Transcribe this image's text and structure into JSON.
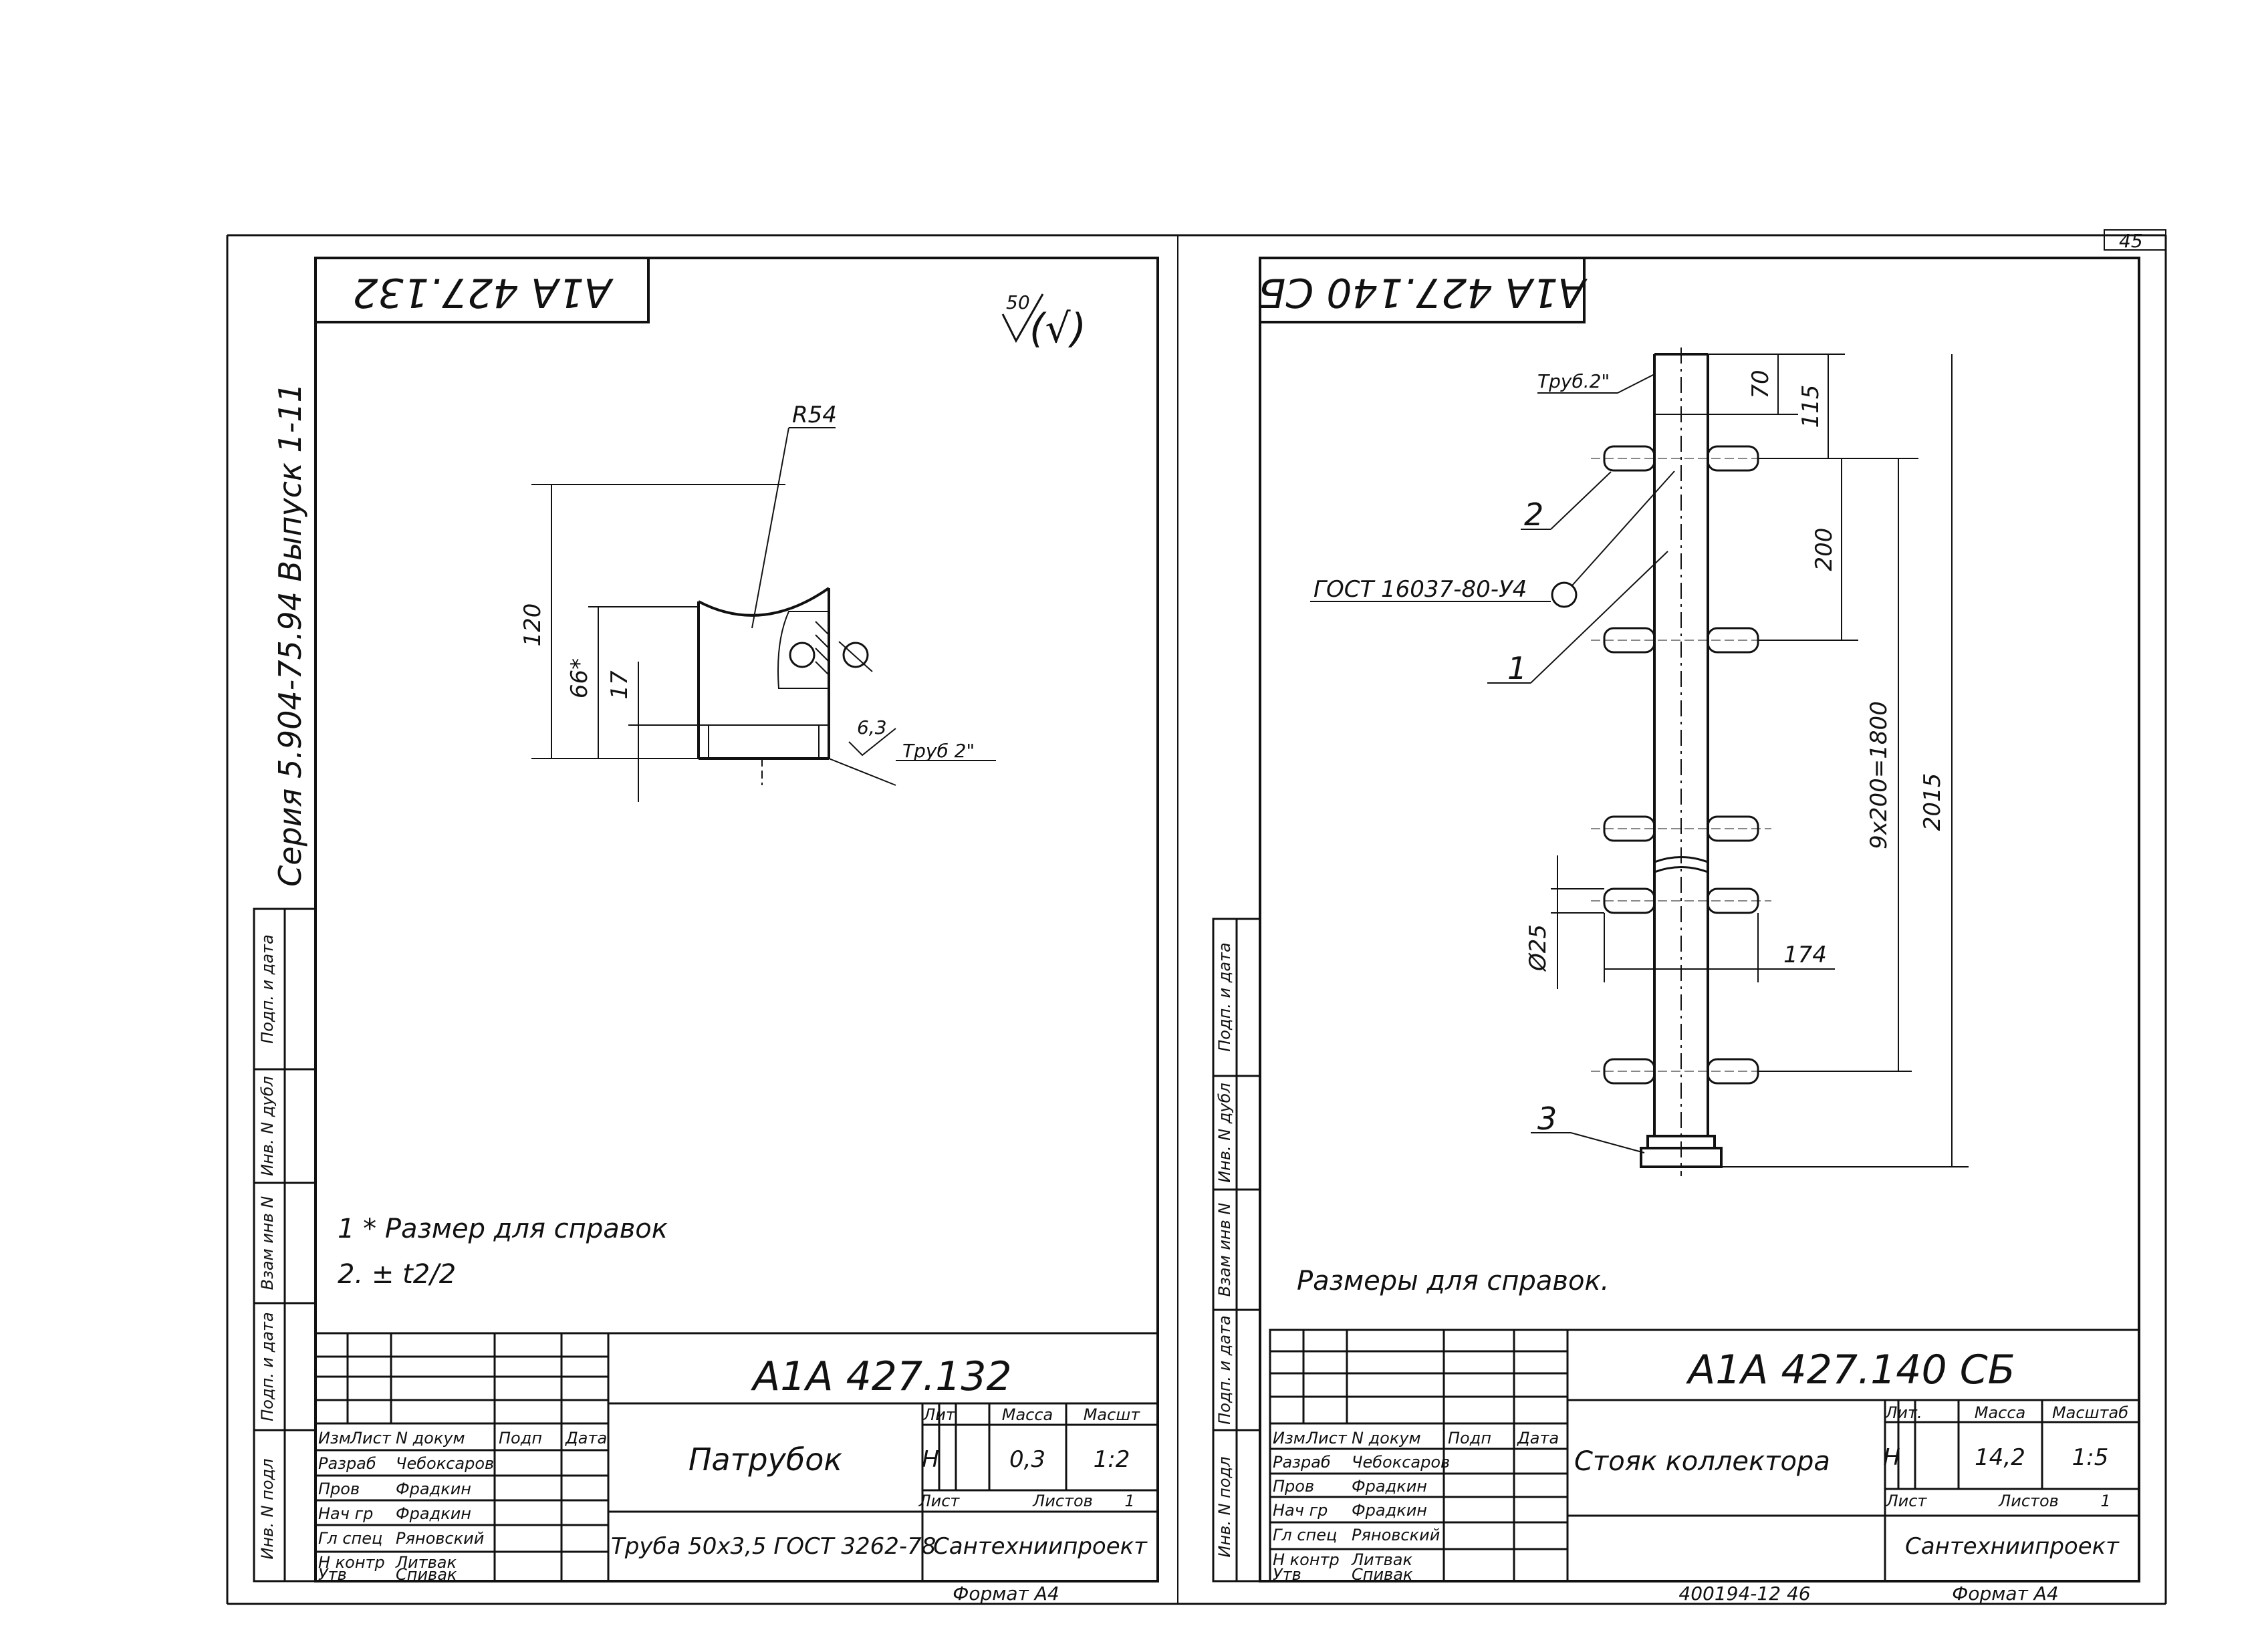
{
  "page_number": "45",
  "left": {
    "top_code": "А1А 427.132",
    "roughness_value": "50",
    "roughness_suffix": "(√)",
    "side_label": "Серия 5.904-75.94  Выпуск 1-11",
    "dims": {
      "radius": "R54",
      "total_height": "120",
      "height_ref": "66*",
      "height_small": "17",
      "wall_rough": "6,3",
      "pipe_label": "Труб 2\""
    },
    "notes": [
      "1 * Размер для справок",
      "2. ± t2/2"
    ],
    "side_stamp_cols": [
      "Инв. N подл",
      "Подп. и дата",
      "Взам инв N",
      "Инв. N дубл",
      "Подп. и дата"
    ],
    "title_block": {
      "code": "А1А 427.132",
      "name": "Патрубок",
      "headers": [
        "Изм",
        "Лист",
        "N докум",
        "Подп",
        "Дата"
      ],
      "rows": [
        {
          "role": "Разраб",
          "name": "Чебоксаров"
        },
        {
          "role": "Пров",
          "name": "Фрадкин"
        },
        {
          "role": "Нач гр",
          "name": "Фрадкин"
        },
        {
          "role": "Гл спец",
          "name": "Ряновский"
        },
        {
          "role": "Н контр",
          "name": "Литвак"
        },
        {
          "role": "Утв",
          "name": "Спивак"
        }
      ],
      "lit_label": "Лит",
      "mass_label": "Масса",
      "scale_label": "Масшт",
      "lit": "Н",
      "mass": "0,3",
      "scale": "1:2",
      "sheet_label": "Лист",
      "sheets_label": "Листов",
      "sheets": "1",
      "material": "Труба 50х3,5 ГОСТ 3262-78",
      "org": "Сантехниипроект",
      "format": "Формат А4"
    }
  },
  "right": {
    "top_code": "А1А 427.140 СБ",
    "dims": {
      "pipe_label": "Труб.2\"",
      "d70": "70",
      "d115": "115",
      "d200": "200",
      "d9x200": "9х200=1800",
      "d2015": "2015",
      "d_pipe": "Ø25",
      "d174": "174"
    },
    "callouts": [
      "2",
      "1",
      "3"
    ],
    "gost_label": "ГОСТ 16037-80-У4",
    "note": "Размеры для справок.",
    "side_stamp_cols": [
      "Инв. N подл",
      "Подп. и дата",
      "Взам инв N",
      "Инв. N дубл",
      "Подп. и дата"
    ],
    "title_block": {
      "code": "А1А 427.140 СБ",
      "name": "Стояк коллектора",
      "headers": [
        "Изм",
        "Лист",
        "N докум",
        "Подп",
        "Дата"
      ],
      "rows": [
        {
          "role": "Разраб",
          "name": "Чебоксаров"
        },
        {
          "role": "Пров",
          "name": "Фрадкин"
        },
        {
          "role": "Нач гр",
          "name": "Фрадкин"
        },
        {
          "role": "Гл спец",
          "name": "Ряновский"
        },
        {
          "role": "Н контр",
          "name": "Литвак"
        },
        {
          "role": "Утв",
          "name": "Спивак"
        }
      ],
      "lit_label": "Лит.",
      "mass_label": "Масса",
      "scale_label": "Масштаб",
      "lit": "Н",
      "mass": "14,2",
      "scale": "1:5",
      "sheet_label": "Лист",
      "sheets_label": "Листов",
      "sheets": "1",
      "org": "Сантехниипроект",
      "doc_number": "400194-12   46",
      "format": "Формат А4"
    }
  }
}
